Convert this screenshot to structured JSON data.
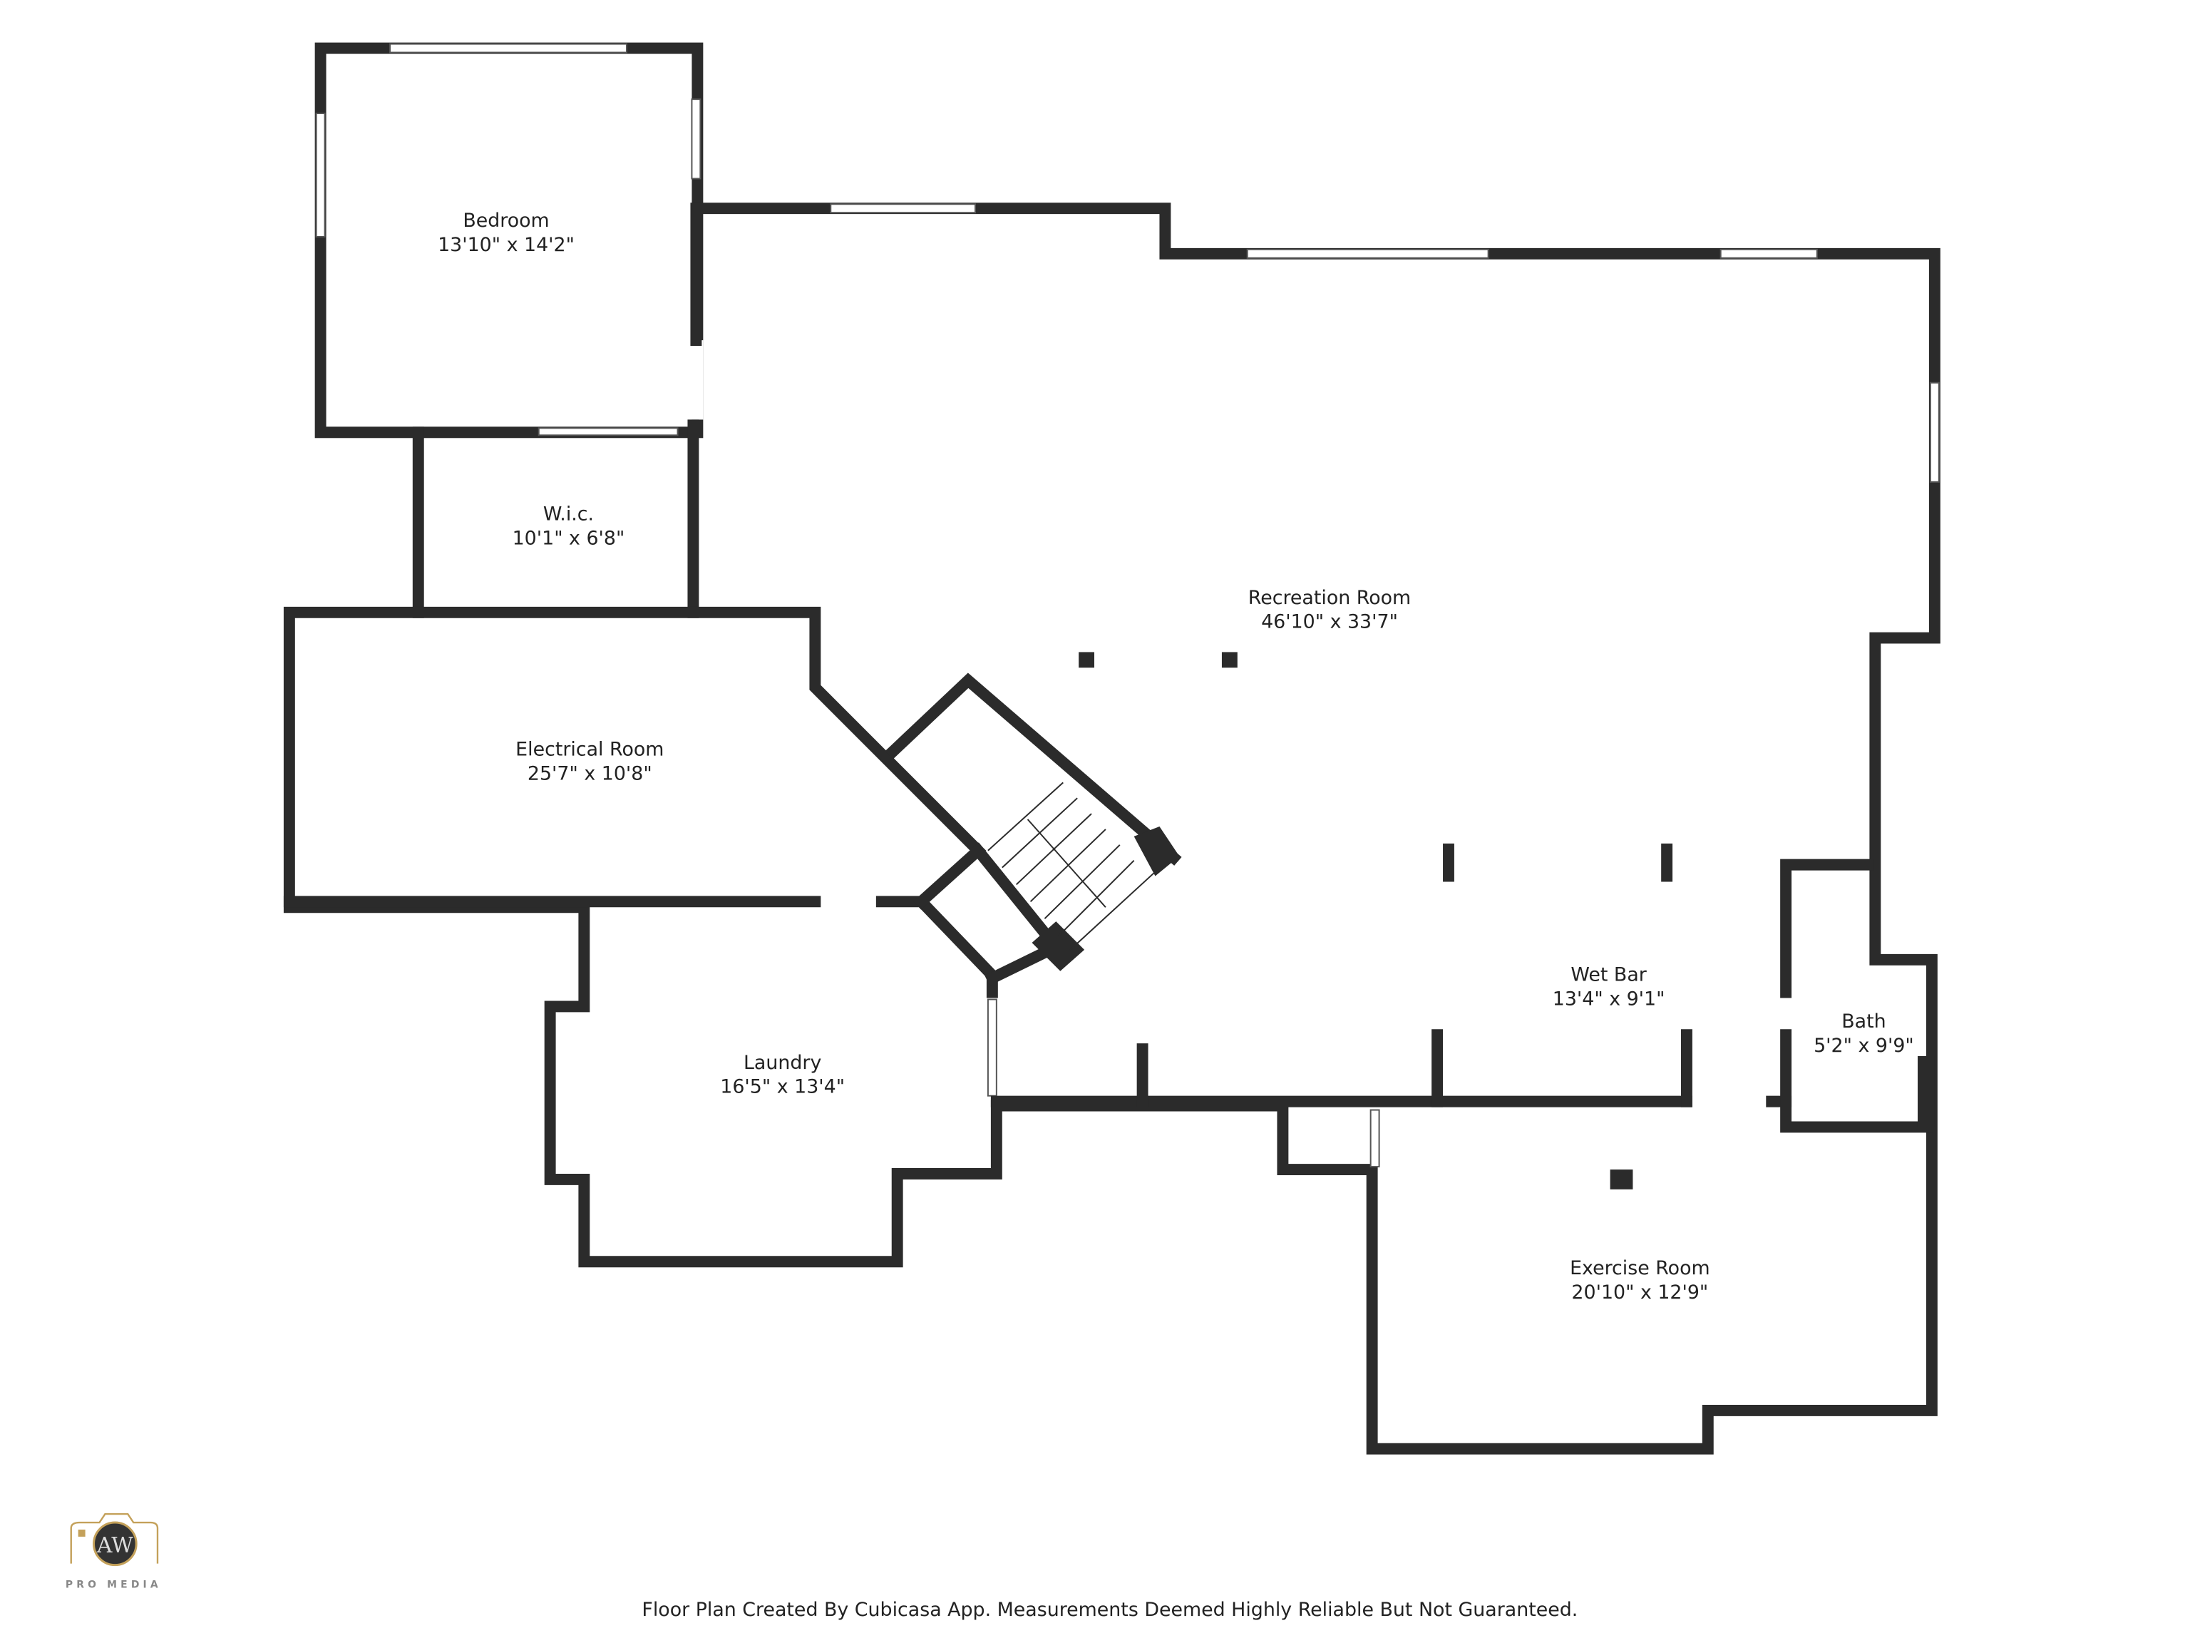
{
  "rooms": {
    "bedroom": {
      "name": "Bedroom",
      "size": "13'10\" x 14'2\""
    },
    "wic": {
      "name": "W.i.c.",
      "size": "10'1\" x 6'8\""
    },
    "recreation": {
      "name": "Recreation Room",
      "size": "46'10\" x 33'7\""
    },
    "electrical": {
      "name": "Electrical Room",
      "size": "25'7\" x 10'8\""
    },
    "laundry": {
      "name": "Laundry",
      "size": "16'5\" x 13'4\""
    },
    "wetbar": {
      "name": "Wet Bar",
      "size": "13'4\" x 9'1\""
    },
    "bath": {
      "name": "Bath",
      "size": "5'2\" x 9'9\""
    },
    "exercise": {
      "name": "Exercise Room",
      "size": "20'10\" x 12'9\""
    }
  },
  "logo": {
    "monogram": "AW",
    "name": "PRO MEDIA"
  },
  "footer": "Floor Plan Created By Cubicasa App. Measurements Deemed Highly Reliable But Not Guaranteed.",
  "colors": {
    "wall": "#2b2b2b",
    "logo_gold": "#c4a15a"
  }
}
